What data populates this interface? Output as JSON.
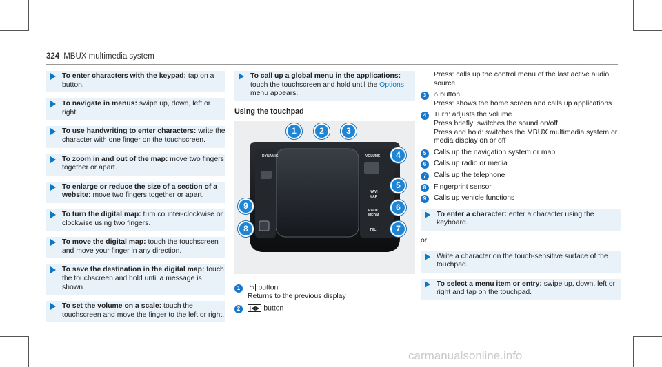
{
  "header": {
    "page_number": "324",
    "title": "MBUX multimedia system"
  },
  "col1": {
    "bullets": [
      {
        "term": "To enter characters with the keypad:",
        "text": " tap on a button."
      },
      {
        "term": "To navigate in menus:",
        "text": " swipe up, down, left or right."
      },
      {
        "term": "To use handwriting to enter characters:",
        "text": " write the character with one finger on the touchscreen."
      },
      {
        "term": "To zoom in and out of the map:",
        "text": " move two fingers together or apart."
      },
      {
        "term": "To enlarge or reduce the size of a section of a website:",
        "text": " move two fingers together or apart."
      },
      {
        "term": "To turn the digital map:",
        "text": " turn counter-clockwise or clockwise using two fingers."
      },
      {
        "term": "To move the digital map:",
        "text": " touch the touchscreen and move your finger in any direction."
      },
      {
        "term": "To save the destination in the digital map:",
        "text": " touch the touchscreen and hold until a message is shown."
      },
      {
        "term": "To set the volume on a scale:",
        "text": " touch the touchscreen and move the finger to the left or right."
      }
    ]
  },
  "col2": {
    "bullet": {
      "term": "To call up a global menu in the applications:",
      "text_before": " touch the touchscreen and hold until the ",
      "link": "Options",
      "text_after": " menu appears."
    },
    "subhead": "Using the touchpad",
    "device_labels": {
      "dynamic": "DYNAMIC",
      "volume": "VOLUME",
      "navi": "NAVI",
      "map": "MAP",
      "radio": "RADIO",
      "media": "MEDIA",
      "tel": "TEL"
    },
    "callouts": [
      "1",
      "2",
      "3",
      "4",
      "5",
      "6",
      "7",
      "8",
      "9"
    ],
    "items": [
      {
        "n": "1",
        "icon": "⮌",
        "label": "button",
        "line2": "Returns to the previous display"
      },
      {
        "n": "2",
        "icon": "|◀▶",
        "label": "button"
      }
    ]
  },
  "col3": {
    "intro": "Press: calls up the control menu of the last active audio source",
    "items": [
      {
        "n": "3",
        "lines": [
          "⌂ button",
          "Press: shows the home screen and calls up applications"
        ]
      },
      {
        "n": "4",
        "lines": [
          "Turn: adjusts the volume",
          "Press briefly: switches the sound on/off",
          "Press and hold: switches the MBUX multimedia system or media display on or off"
        ]
      },
      {
        "n": "5",
        "lines": [
          "Calls up the navigation system or map"
        ]
      },
      {
        "n": "6",
        "lines": [
          "Calls up radio or media"
        ]
      },
      {
        "n": "7",
        "lines": [
          "Calls up the telephone"
        ]
      },
      {
        "n": "8",
        "lines": [
          "Fingerprint sensor"
        ]
      },
      {
        "n": "9",
        "lines": [
          "Calls up vehicle functions"
        ]
      }
    ],
    "bullet1": {
      "term": "To enter a character:",
      "text": " enter a character using the keyboard."
    },
    "or": "or",
    "bullet2": {
      "text": "Write a character on the touch-sensitive surface of the touchpad."
    },
    "bullet3": {
      "term": "To select a menu item or entry:",
      "text": " swipe up, down, left or right and tap on the touchpad."
    }
  },
  "watermark": "carmanualsonline.info"
}
